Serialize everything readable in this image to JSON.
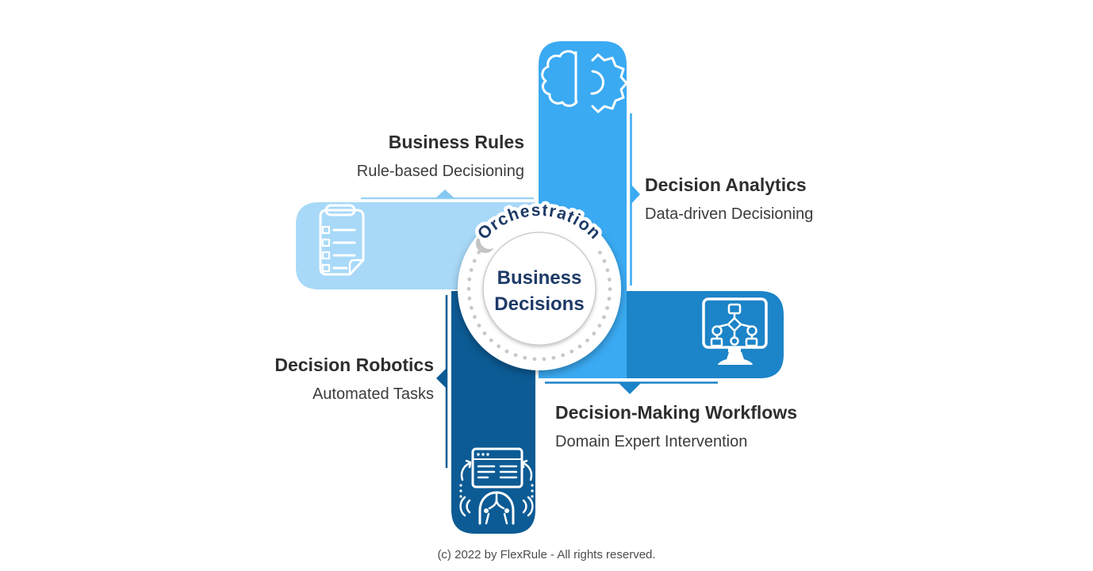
{
  "page": {
    "footer": "(c) 2022 by FlexRule - All rights reserved."
  },
  "center": {
    "curved_label": "Orchestration",
    "title_line1": "Business",
    "title_line2": "Decisions",
    "text_color": "#1d3a67",
    "dot_color": "#c8c8c8"
  },
  "arms": {
    "business_rules": {
      "title": "Business Rules",
      "subtitle": "Rule-based Decisioning",
      "color": "#a8d9f8",
      "icon": "checklist-icon"
    },
    "decision_analytics": {
      "title": "Decision Analytics",
      "subtitle": "Data-driven Decisioning",
      "color": "#3aaaf2",
      "icon": "brain-gear-icon"
    },
    "decision_workflows": {
      "title": "Decision-Making Workflows",
      "subtitle": "Domain Expert Intervention",
      "color": "#1c84c8",
      "icon": "workflow-monitor-icon"
    },
    "decision_robotics": {
      "title": "Decision Robotics",
      "subtitle": "Automated Tasks",
      "color": "#0c5b95",
      "icon": "robot-icon"
    }
  },
  "accents": {
    "rules_line": "#9dd2f4",
    "rules_arrow": "#85c8f2",
    "analytics_line": "#3aaaf2",
    "workflows_line": "#1c84c8",
    "robotics_line": "#0c5b95"
  }
}
